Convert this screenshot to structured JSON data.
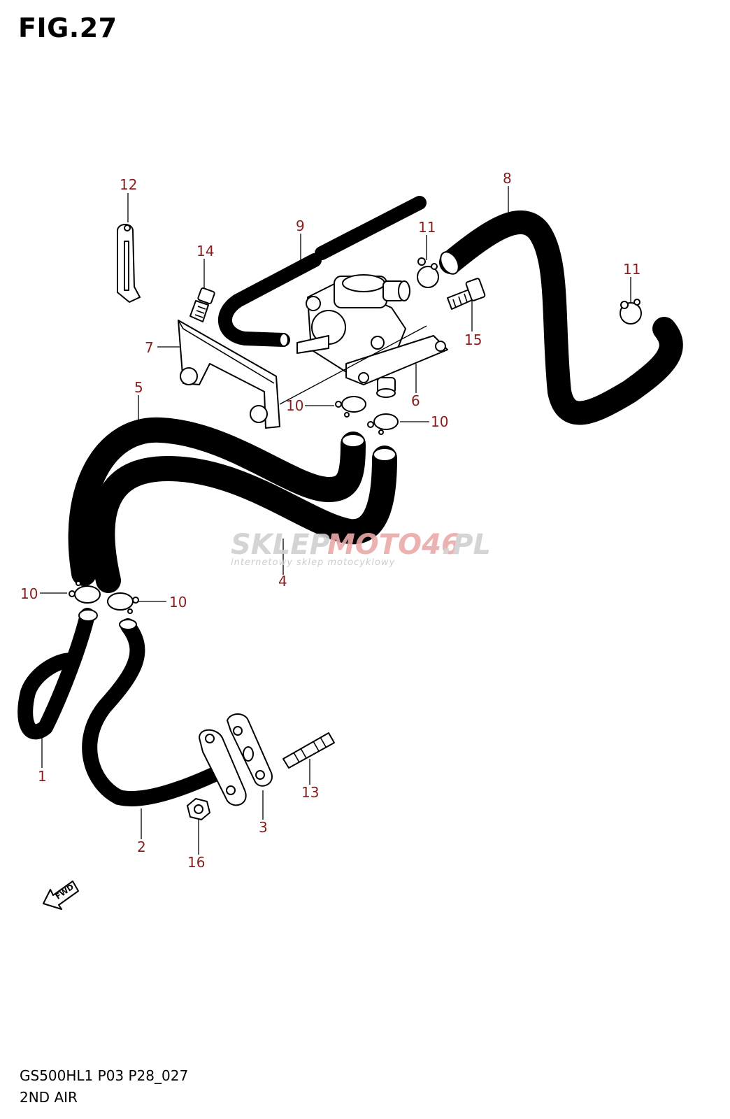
{
  "figure_title": "FIG.27",
  "footer": {
    "model_code": "GS500HL1 P03 P28_027",
    "section_name": "2ND AIR"
  },
  "watermark": {
    "brand_left": "SKLEP",
    "brand_right": "MOTO46",
    "suffix": ".PL",
    "tagline": "internetowy sklep motocyklowy"
  },
  "fwd_label": "FWD",
  "callouts": {
    "c1": "1",
    "c2": "2",
    "c3": "3",
    "c4": "4",
    "c5": "5",
    "c6": "6",
    "c7": "7",
    "c8": "8",
    "c9": "9",
    "c10a": "10",
    "c10b": "10",
    "c10c": "10",
    "c10d": "10",
    "c11a": "11",
    "c11b": "11",
    "c12": "12",
    "c13": "13",
    "c14": "14",
    "c15": "15",
    "c16": "16"
  },
  "colors": {
    "callout": "#8a1d1d",
    "line": "#000000",
    "watermark_gray": "#c8c8c8",
    "watermark_red": "#e89a9a"
  }
}
